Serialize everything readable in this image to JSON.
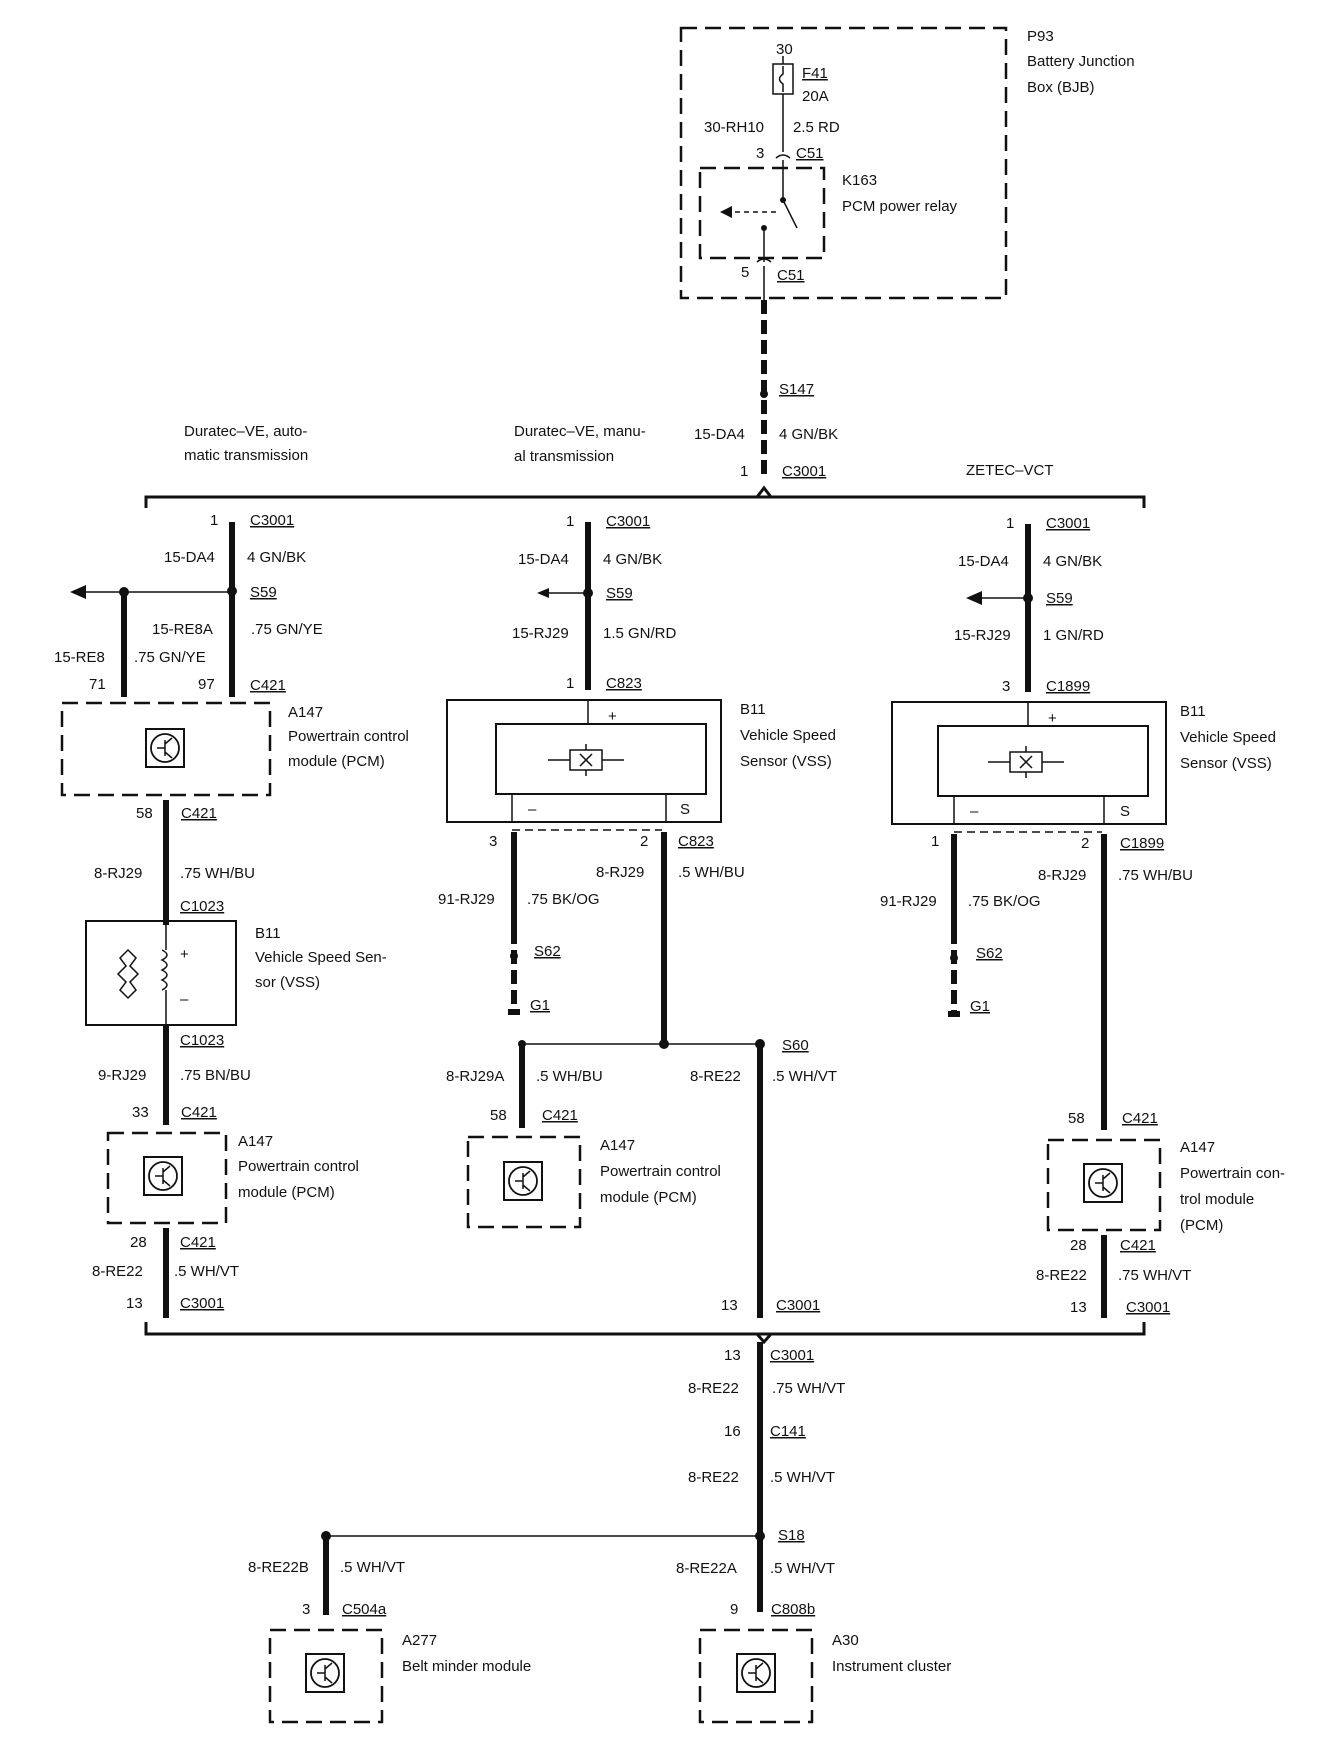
{
  "bjb": {
    "id": "P93",
    "name_line1": "Battery Junction",
    "name_line2": "Box (BJB)",
    "fuse_pin": "30",
    "fuse_id": "F41",
    "fuse_rating": "20A",
    "wire_id": "30-RH10",
    "wire_spec": "2.5 RD",
    "relay_in_pin": "3",
    "relay_in_connector": "C51",
    "relay_id": "K163",
    "relay_name": "PCM power relay",
    "relay_out_pin": "5",
    "relay_out_connector": "C51"
  },
  "feed": {
    "splice": "S147",
    "wire_id": "15-DA4",
    "wire_spec": "4 GN/BK",
    "pin": "1",
    "connector": "C3001"
  },
  "variants": {
    "auto": {
      "line1": "Duratec–VE, auto-",
      "line2": "matic transmission"
    },
    "manual": {
      "line1": "Duratec–VE, manu-",
      "line2": "al transmission"
    },
    "zetec": {
      "line1": "ZETEC–VCT"
    }
  },
  "left": {
    "c3001_pin": "1",
    "c3001": "C3001",
    "wire_id": "15-DA4",
    "wire_spec": "4 GN/BK",
    "splice": "S59",
    "branch_id": "15-RE8A",
    "branch_spec": ".75 GN/YE",
    "branch2_id": "15-RE8",
    "branch2_spec": ".75 GN/YE",
    "pin71": "71",
    "pin97": "97",
    "c421": "C421",
    "pcm_id": "A147",
    "pcm_l1": "Powertrain control",
    "pcm_l2": "module (PCM)",
    "pin58": "58",
    "c421b": "C421",
    "w2_id": "8-RJ29",
    "w2_spec": ".75 WH/BU",
    "c1023": "C1023",
    "vss_id": "B11",
    "vss_l1": "Vehicle Speed Sen-",
    "vss_l2": "sor (VSS)",
    "plus": "+",
    "minus": "–",
    "c1023b": "C1023",
    "w3_id": "9-RJ29",
    "w3_spec": ".75 BN/BU",
    "pin33": "33",
    "c421c": "C421",
    "pcm2_id": "A147",
    "pcm2_l1": "Powertrain control",
    "pcm2_l2": "module (PCM)",
    "pin28": "28",
    "c421d": "C421",
    "w4_id": "8-RE22",
    "w4_spec": ".5 WH/VT",
    "pin13": "13",
    "c3001b": "C3001"
  },
  "middle": {
    "c3001_pin": "1",
    "c3001": "C3001",
    "wire_id": "15-DA4",
    "wire_spec": "4 GN/BK",
    "splice": "S59",
    "w1_id": "15-RJ29",
    "w1_spec": "1.5 GN/RD",
    "pin1": "1",
    "c823": "C823",
    "vss_id": "B11",
    "vss_l1": "Vehicle Speed",
    "vss_l2": "Sensor (VSS)",
    "plus": "+",
    "minus": "–",
    "s": "S",
    "pin3": "3",
    "pin2": "2",
    "c823b": "C823",
    "gnd_id": "91-RJ29",
    "gnd_spec": ".75 BK/OG",
    "sig_id": "8-RJ29",
    "sig_spec": ".5 WH/BU",
    "s62": "S62",
    "g1": "G1",
    "s60": "S60",
    "w5_id": "8-RJ29A",
    "w5_spec": ".5 WH/BU",
    "w6_id": "8-RE22",
    "w6_spec": ".5 WH/VT",
    "pin58": "58",
    "c421": "C421",
    "pcm_id": "A147",
    "pcm_l1": "Powertrain control",
    "pcm_l2": "module (PCM)",
    "pin13": "13",
    "c3001b": "C3001"
  },
  "right": {
    "c3001_pin": "1",
    "c3001": "C3001",
    "wire_id": "15-DA4",
    "wire_spec": "4 GN/BK",
    "splice": "S59",
    "w1_id": "15-RJ29",
    "w1_spec": "1 GN/RD",
    "pin3": "3",
    "c1899": "C1899",
    "vss_id": "B11",
    "vss_l1": "Vehicle Speed",
    "vss_l2": "Sensor (VSS)",
    "plus": "+",
    "minus": "–",
    "s": "S",
    "pin1": "1",
    "pin2": "2",
    "c1899b": "C1899",
    "gnd_id": "91-RJ29",
    "gnd_spec": ".75 BK/OG",
    "sig_id": "8-RJ29",
    "sig_spec": ".75 WH/BU",
    "s62": "S62",
    "g1": "G1",
    "pin58": "58",
    "c421": "C421",
    "pcm_id": "A147",
    "pcm_l1": "Powertrain con-",
    "pcm_l2": "trol module",
    "pcm_l3": "(PCM)",
    "pin28": "28",
    "c421b": "C421",
    "w4_id": "8-RE22",
    "w4_spec": ".75 WH/VT",
    "pin13": "13",
    "c3001b": "C3001"
  },
  "bottom": {
    "pin13": "13",
    "c3001": "C3001",
    "w1_id": "8-RE22",
    "w1_spec": ".75 WH/VT",
    "pin16": "16",
    "c141": "C141",
    "w2_id": "8-RE22",
    "w2_spec": ".5 WH/VT",
    "s18": "S18",
    "wb_id": "8-RE22B",
    "wb_spec": ".5 WH/VT",
    "wa_id": "8-RE22A",
    "wa_spec": ".5 WH/VT",
    "pin3": "3",
    "c504a": "C504a",
    "pin9": "9",
    "c808b": "C808b",
    "belt_id": "A277",
    "belt_name": "Belt minder module",
    "ic_id": "A30",
    "ic_name": "Instrument cluster"
  }
}
